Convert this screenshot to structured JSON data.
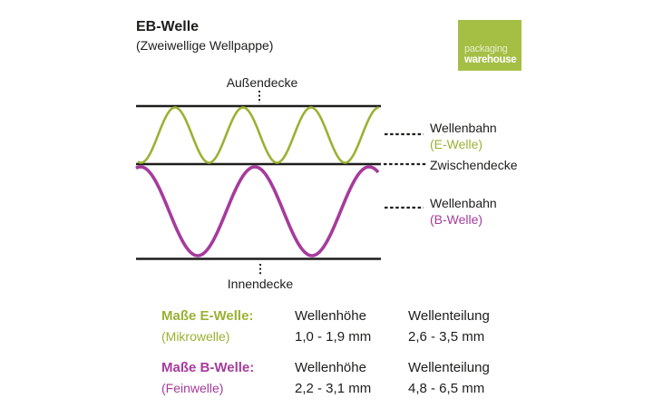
{
  "header": {
    "title": "EB-Welle",
    "subtitle": "(Zweiwellige Wellpappe)"
  },
  "logo": {
    "line1": "packaging",
    "line2": "warehouse",
    "bg": "#a5bf45"
  },
  "colors": {
    "e_green": "#9ab233",
    "b_magenta": "#a63b9d",
    "ink": "#1d1d1b",
    "logo_bg": "#a5bf45"
  },
  "diagram": {
    "labels": {
      "outer_liner": "Außendecke",
      "e_flute_line1": "Wellenbahn",
      "e_flute_line2": "(E-Welle)",
      "middle_liner": "Zwischendecke",
      "b_flute_line1": "Wellenbahn",
      "b_flute_line2": "(B-Welle)",
      "inner_liner": "Innendecke"
    }
  },
  "table": {
    "rows": [
      {
        "name": "Maße E-Welle:",
        "alt": "(Mikrowelle)",
        "col2_header": "Wellenhöhe",
        "col2_value": "1,0 - 1,9 mm",
        "col3_header": "Wellenteilung",
        "col3_value": "2,6 - 3,5 mm"
      },
      {
        "name": "Maße B-Welle:",
        "alt": "(Feinwelle)",
        "col2_header": "Wellenhöhe",
        "col2_value": "2,2 - 3,1 mm",
        "col3_header": "Wellenteilung",
        "col3_value": "4,8 - 6,5 mm"
      }
    ]
  }
}
